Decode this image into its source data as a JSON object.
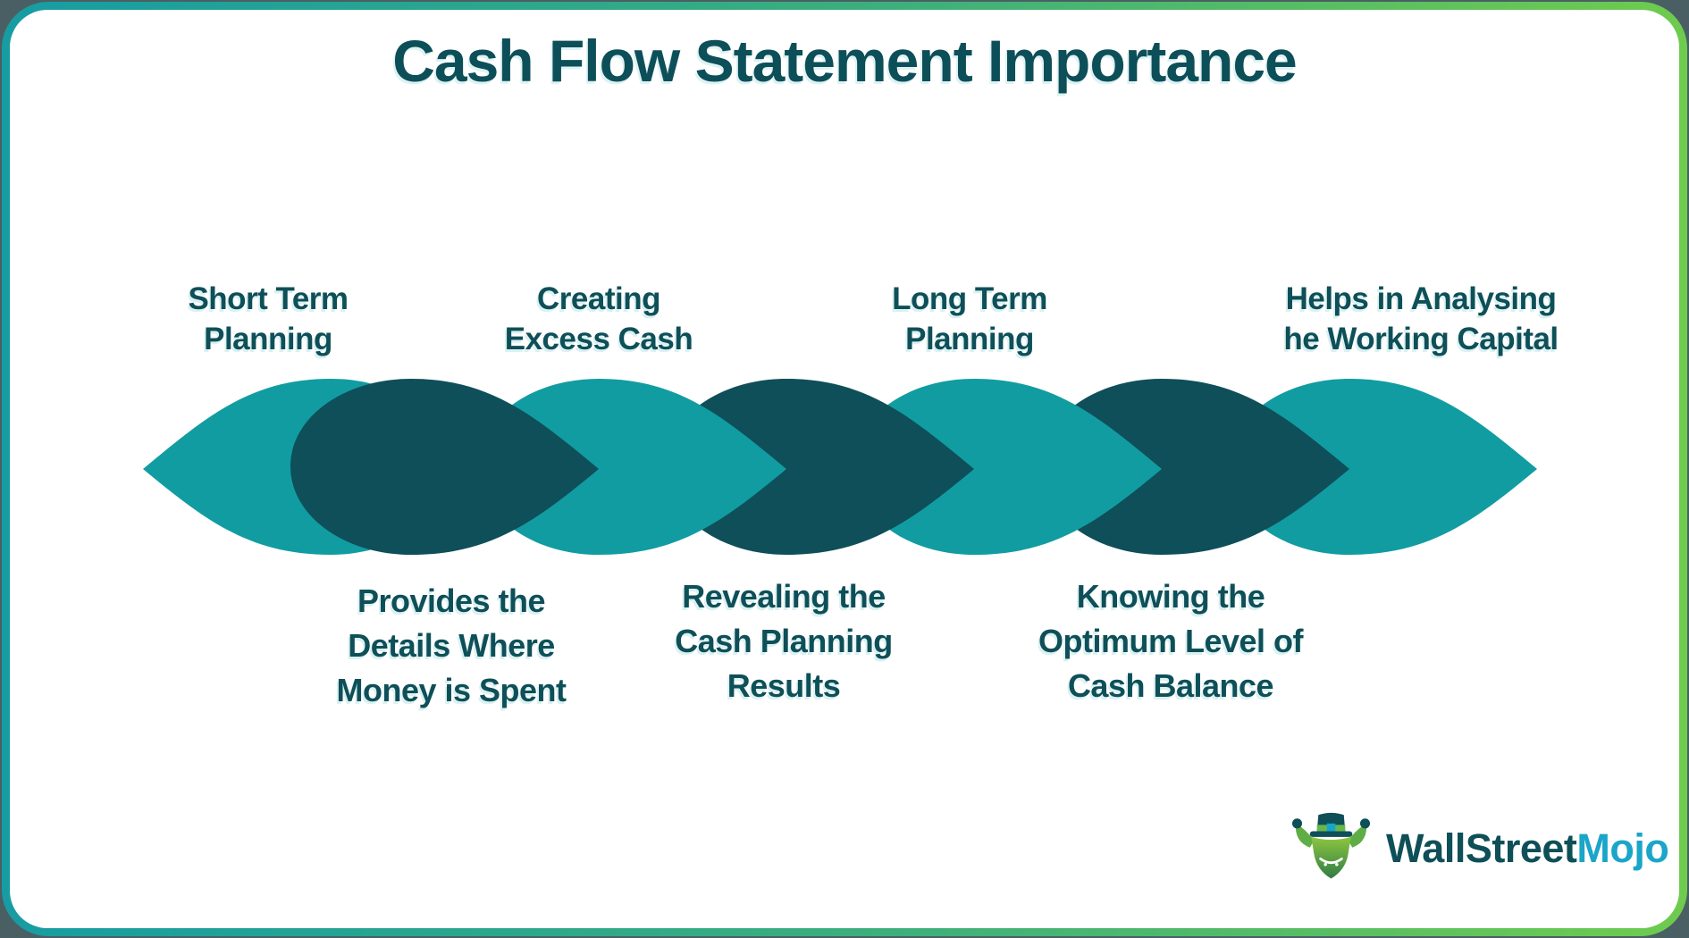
{
  "title": "Cash Flow Statement Importance",
  "colors": {
    "teal_leaf": "#119CA1",
    "dark_leaf": "#0E4F59",
    "heading_text": "#0D4F58",
    "border_gradient_start": "#179CA2",
    "border_gradient_end": "#6FCB4E",
    "logo_primary_color": "#0E4F58",
    "logo_secondary_color": "#1BA5C9",
    "outside_background": "#4A5F64"
  },
  "band": {
    "leaf_colors": [
      "#119CA1",
      "#0E4F59",
      "#119CA1",
      "#0E4F59",
      "#119CA1",
      "#0E4F59",
      "#119CA1"
    ]
  },
  "top_labels": [
    {
      "lines": [
        "Short Term",
        "Planning"
      ]
    },
    {
      "lines": [
        "Creating",
        "Excess Cash"
      ]
    },
    {
      "lines": [
        "Long Term",
        "Planning"
      ]
    },
    {
      "lines": [
        "Helps in Analysing",
        "he Working Capital"
      ]
    }
  ],
  "bottom_labels": [
    {
      "lines": [
        "Provides the",
        "Details Where",
        "Money is Spent"
      ]
    },
    {
      "lines": [
        "Revealing the",
        "Cash Planning",
        "Results"
      ]
    },
    {
      "lines": [
        "Knowing the",
        "Optimum Level of",
        "Cash Balance"
      ]
    }
  ],
  "logo": {
    "brand_primary": "WallStreet",
    "brand_secondary": "Mojo"
  }
}
